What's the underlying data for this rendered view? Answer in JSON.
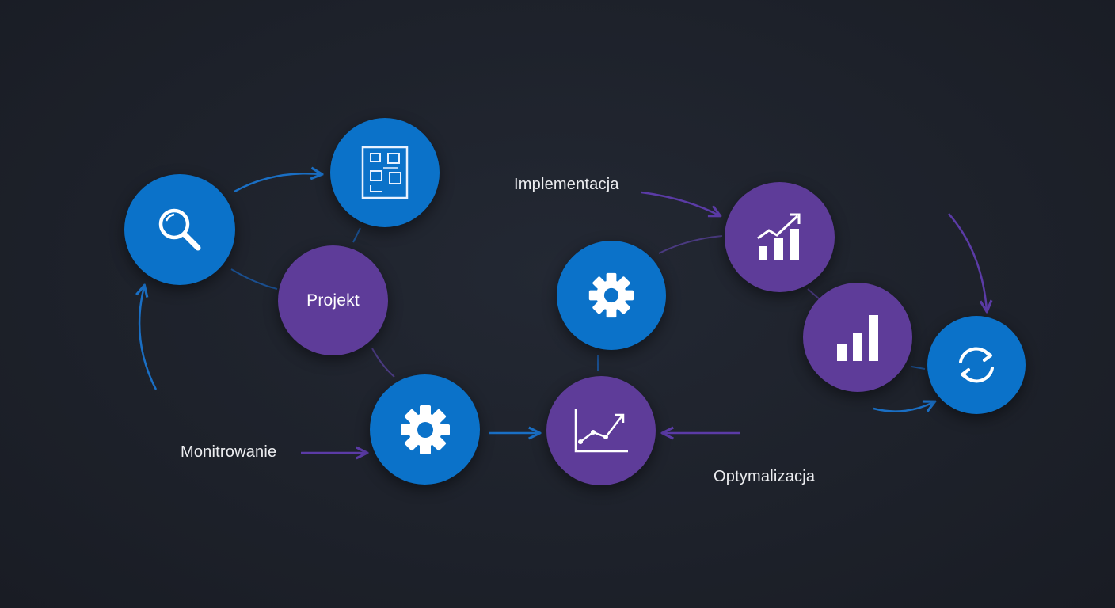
{
  "diagram": {
    "center_node": {
      "label": "Projekt",
      "color": "#5e3c99"
    },
    "labels": {
      "implementacja": "Implementacja",
      "monitrowanie": "Monitrowanie",
      "optymalizacja": "Optymalizacja"
    },
    "nodes": [
      {
        "id": "search",
        "icon": "magnifier-icon",
        "color": "#0b72c9"
      },
      {
        "id": "blueprint",
        "icon": "blueprint-icon",
        "color": "#0b72c9"
      },
      {
        "id": "gear-bottom",
        "icon": "gear-icon",
        "color": "#0b72c9"
      },
      {
        "id": "growth-chart",
        "icon": "line-chart-icon",
        "color": "#5e3c99"
      },
      {
        "id": "gear-mid",
        "icon": "gear-icon",
        "color": "#0b72c9"
      },
      {
        "id": "trend-bars",
        "icon": "bar-chart-trend-icon",
        "color": "#5e3c99"
      },
      {
        "id": "bars",
        "icon": "bar-chart-icon",
        "color": "#5e3c99"
      },
      {
        "id": "refresh",
        "icon": "refresh-icon",
        "color": "#0b72c9"
      }
    ],
    "colors": {
      "blue_arrow": "#1a6fc4",
      "purple_arrow": "#5b3ba6",
      "background": "#1f232c"
    }
  }
}
